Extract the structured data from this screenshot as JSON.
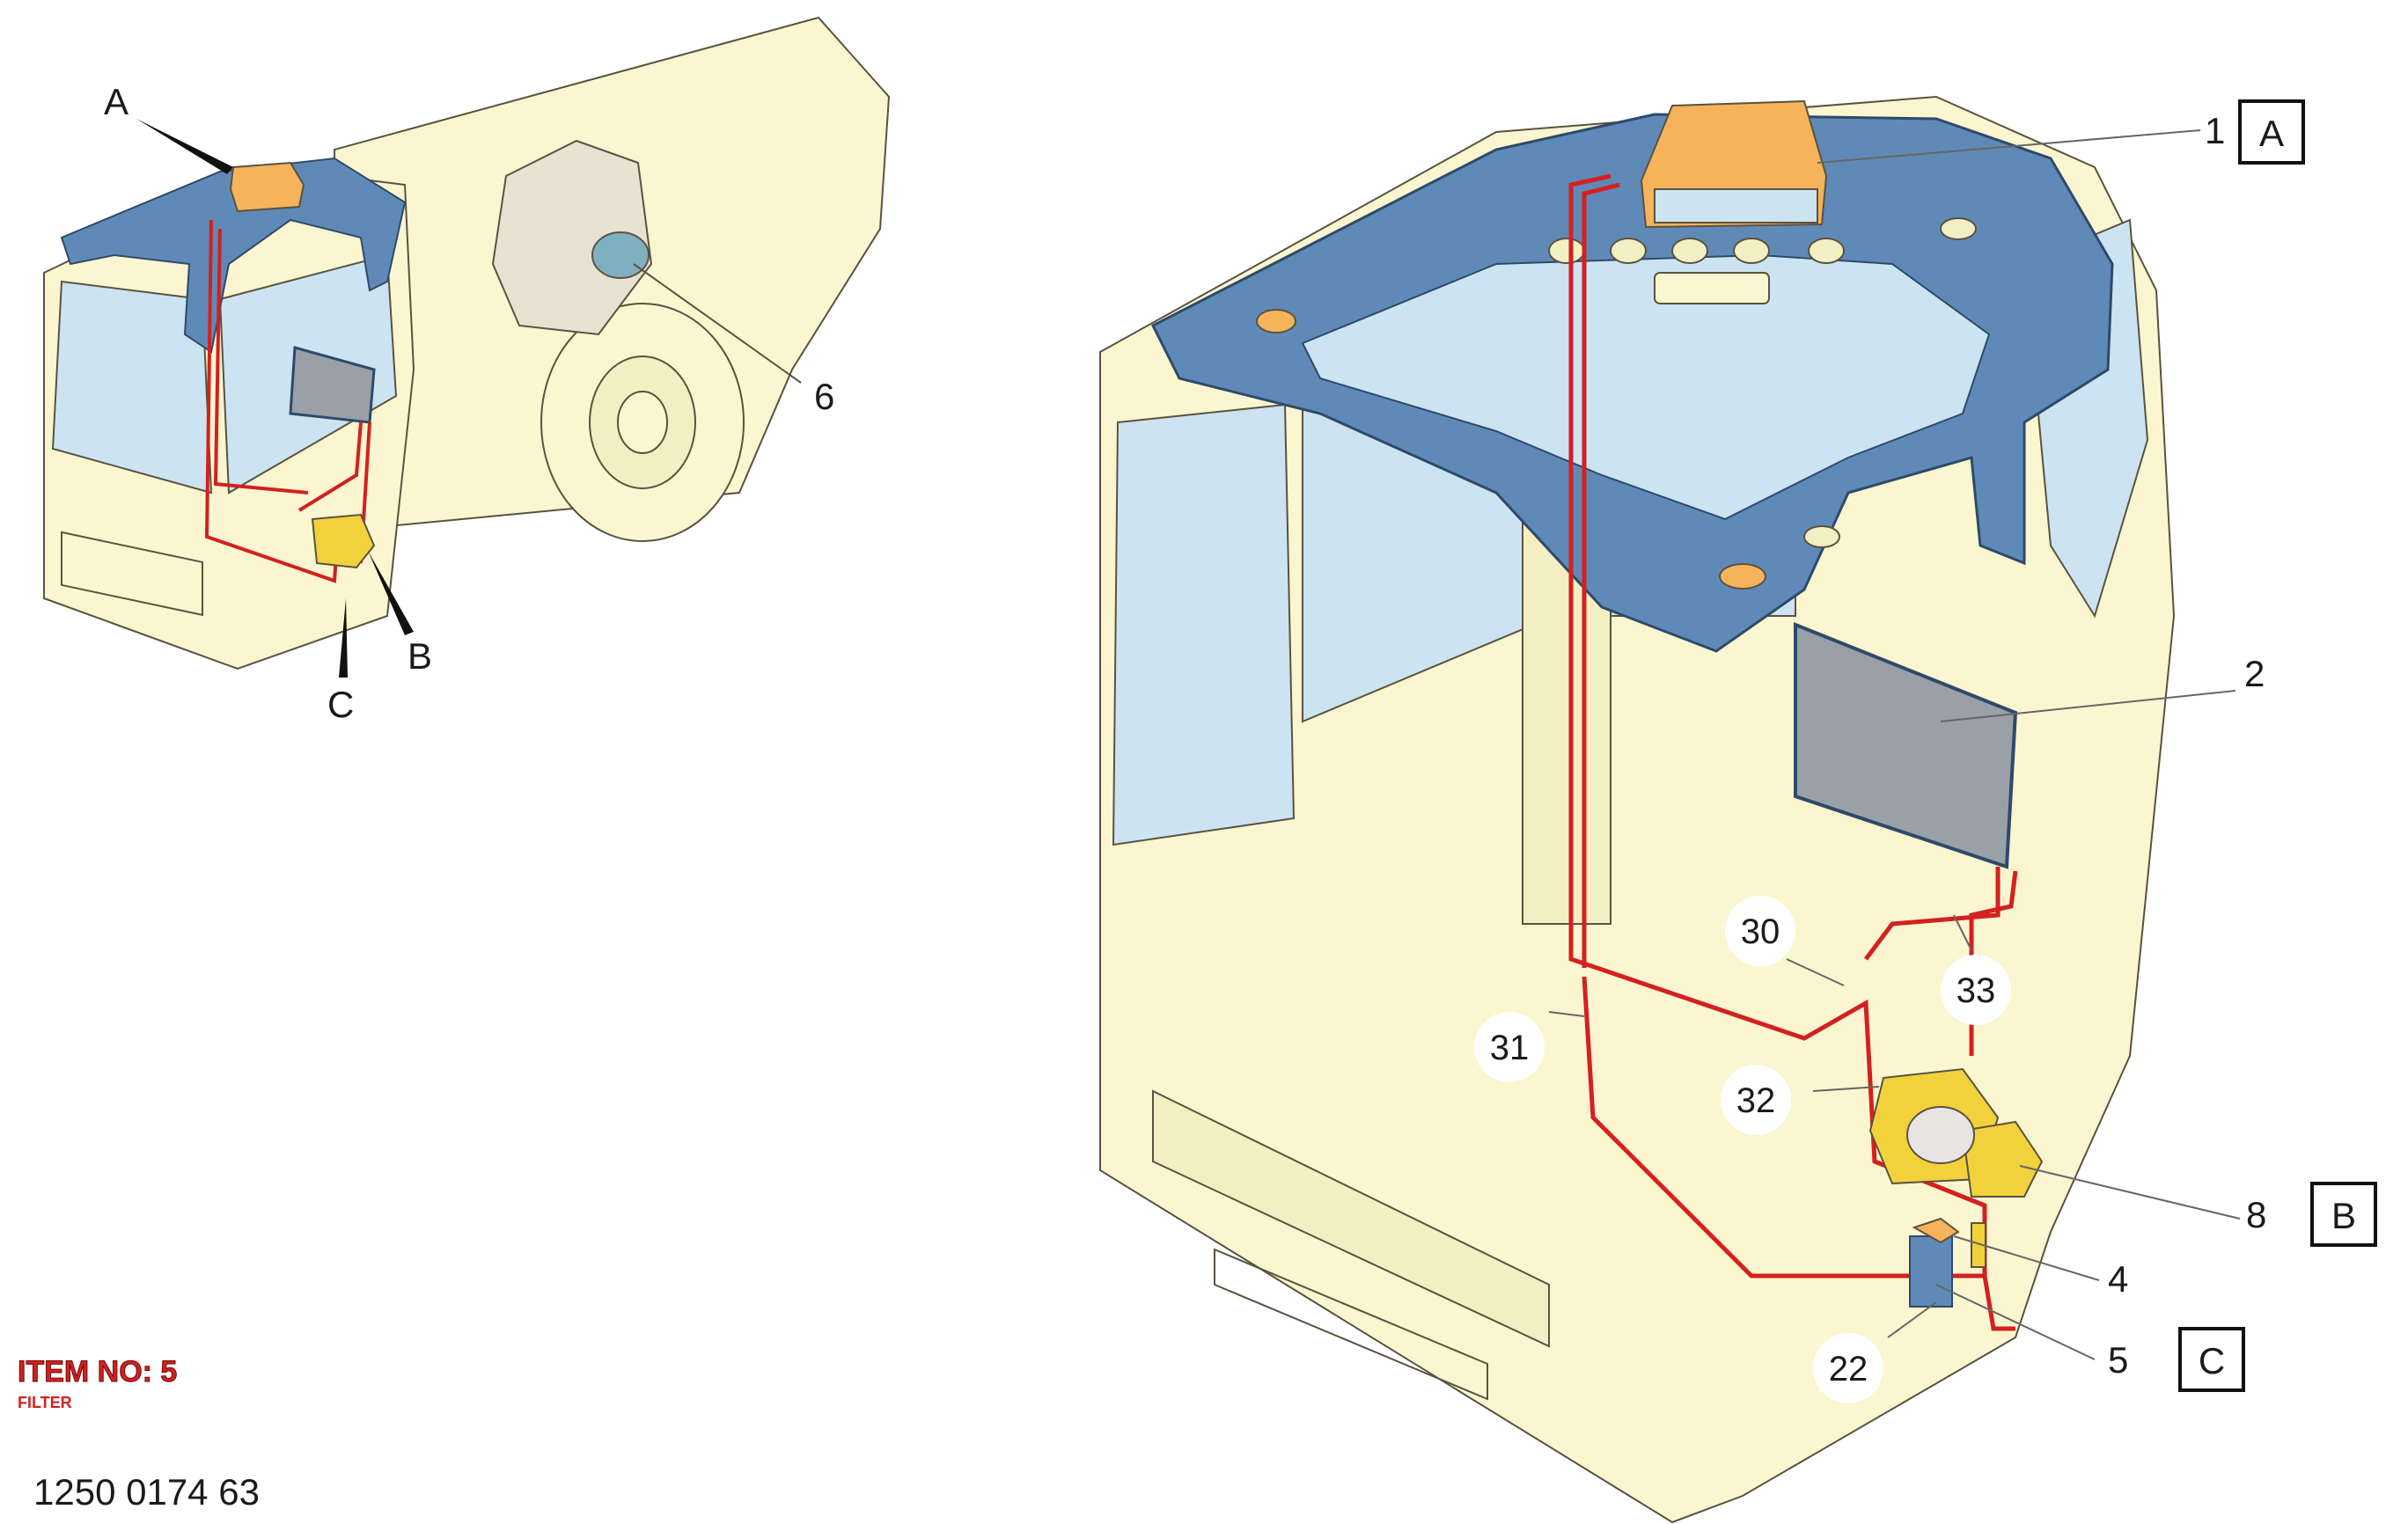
{
  "overview_labels": {
    "a": "A",
    "b": "B",
    "c": "C",
    "six": "6"
  },
  "callouts": {
    "c1": "1",
    "c2": "2",
    "c4": "4",
    "c5": "5",
    "c8": "8",
    "c22": "22",
    "c30": "30",
    "c31": "31",
    "c32": "32",
    "c33": "33"
  },
  "boxed_letters": {
    "a": "A",
    "b": "B",
    "c": "C"
  },
  "item": {
    "title": "ITEM NO: 5",
    "subtitle": "FILTER"
  },
  "part_number": "1250 0174 63",
  "colors": {
    "cab_body": "#fbf6cf",
    "frame_blue": "#5f8ab8",
    "glass": "#cce4f2",
    "hose_red": "#d42020",
    "component_yellow": "#f2d23a",
    "unit_orange": "#f6b35a"
  }
}
